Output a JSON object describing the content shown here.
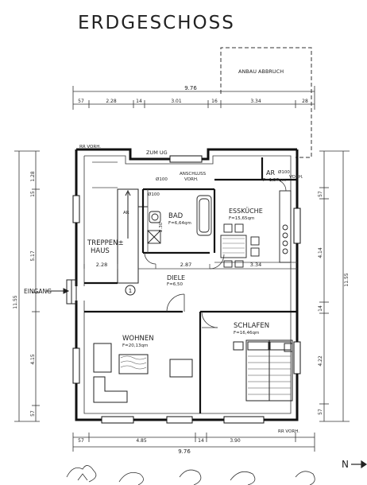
{
  "drawing_title": "ERDGESCHOSS",
  "annex_label": "ANBAU ABBRUCH",
  "top_total": "9.76",
  "top_segments": [
    "57",
    "2.28",
    "14",
    "3.01",
    "16",
    "3.34",
    "28"
  ],
  "bottom_total": "9.76",
  "bottom_segments": [
    "57",
    "4.85",
    "14",
    "3.90"
  ],
  "left_dims": [
    "11.55",
    "1.28",
    "5.17",
    "15",
    "4.15",
    "57"
  ],
  "right_dims": [
    "11.55",
    "57",
    "4.14",
    "14",
    "4.22",
    "57"
  ],
  "interior_dims": [
    "2.28",
    "2.87",
    "3.34"
  ],
  "notes": {
    "rr_top": "RR VORH.",
    "zum_ug": "ZUM UG",
    "anschluss": "ANSCHLUSS",
    "anschluss2": "VORH.",
    "d100a": "Ø100",
    "d100b": "Ø100",
    "d100c": "Ø100",
    "ar_small": "AR",
    "vorh_right": "VORH.",
    "rr_bottom": "RR VORH.",
    "circle_no": "1",
    "dim_2_30": "2.30"
  },
  "rooms": {
    "bad": {
      "name": "BAD",
      "area": "F=6,64qm"
    },
    "esskueche": {
      "name": "ESSKÜCHE",
      "area": "F=15,65qm"
    },
    "ar": {
      "name": "AR",
      "area": "F=1,57qm"
    },
    "treppenhaus_1": "TREPPEN±",
    "treppenhaus_2": "HAUS",
    "diele": {
      "name": "DIELE",
      "area": "F=6,50"
    },
    "wohnen": {
      "name": "WOHNEN",
      "area": "F=20,13qm"
    },
    "schlafen": {
      "name": "SCHLAFEN",
      "area": "F=16,46qm"
    }
  },
  "entrance": "EINGANG",
  "north": "N"
}
